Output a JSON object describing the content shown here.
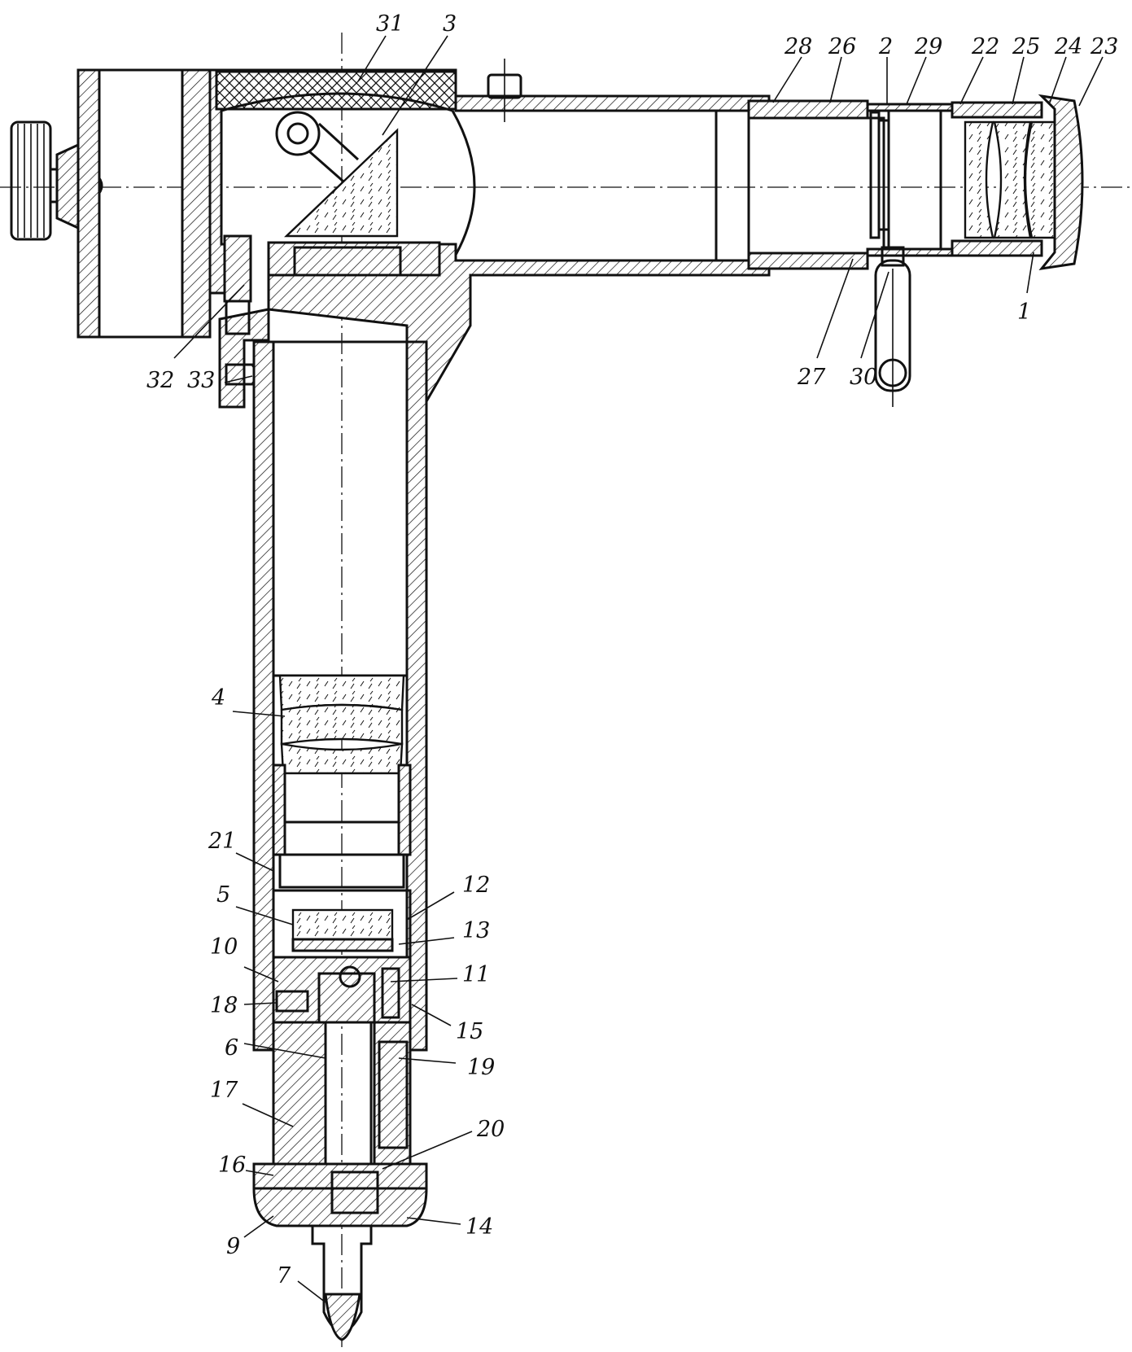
{
  "labels": [
    {
      "id": "31",
      "text": "31"
    },
    {
      "id": "3",
      "text": "3"
    },
    {
      "id": "28",
      "text": "28"
    },
    {
      "id": "26",
      "text": "26"
    },
    {
      "id": "2",
      "text": "2"
    },
    {
      "id": "29",
      "text": "29"
    },
    {
      "id": "22",
      "text": "22"
    },
    {
      "id": "25",
      "text": "25"
    },
    {
      "id": "24",
      "text": "24"
    },
    {
      "id": "23",
      "text": "23"
    },
    {
      "id": "1",
      "text": "1"
    },
    {
      "id": "27",
      "text": "27"
    },
    {
      "id": "30",
      "text": "30"
    },
    {
      "id": "32",
      "text": "32"
    },
    {
      "id": "33",
      "text": "33"
    },
    {
      "id": "4",
      "text": "4"
    },
    {
      "id": "21",
      "text": "21"
    },
    {
      "id": "5",
      "text": "5"
    },
    {
      "id": "12",
      "text": "12"
    },
    {
      "id": "13",
      "text": "13"
    },
    {
      "id": "10",
      "text": "10"
    },
    {
      "id": "11",
      "text": "11"
    },
    {
      "id": "18",
      "text": "18"
    },
    {
      "id": "15",
      "text": "15"
    },
    {
      "id": "6",
      "text": "6"
    },
    {
      "id": "19",
      "text": "19"
    },
    {
      "id": "17",
      "text": "17"
    },
    {
      "id": "20",
      "text": "20"
    },
    {
      "id": "16",
      "text": "16"
    },
    {
      "id": "14",
      "text": "14"
    },
    {
      "id": "9",
      "text": "9"
    },
    {
      "id": "7",
      "text": "7"
    }
  ]
}
